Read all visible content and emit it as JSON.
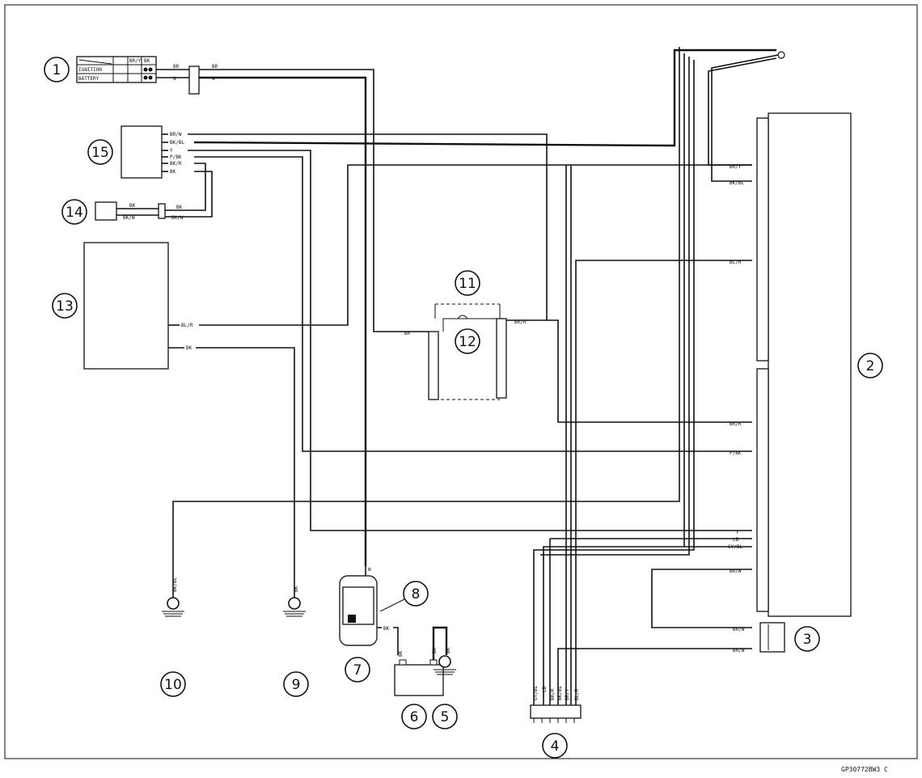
{
  "diagram": {
    "callouts": [
      "1",
      "2",
      "3",
      "4",
      "5",
      "6",
      "7",
      "8",
      "9",
      "10",
      "11",
      "12",
      "13",
      "14",
      "15"
    ],
    "switch_table": {
      "rows": [
        "IGNITION",
        "BATTERY"
      ],
      "headers": [
        "BR/Y",
        "BK"
      ]
    },
    "wire_labels": {
      "w1": "BR",
      "w2": "W",
      "w3": "BR",
      "w4": "W",
      "c15_1": "BR/W",
      "c15_2": "BK/BL",
      "c15_3": "Y",
      "c15_4": "P/BK",
      "c15_5": "BK/R",
      "c15_6": "BK",
      "c14_1": "BK",
      "c14_2": "BK/W",
      "c14_3": "BK",
      "c14_4": "BK/W",
      "c13_1": "BL/R",
      "c13_2": "BK",
      "c11_l": "BR",
      "c11_r": "BR/R",
      "m1": "BR/Y",
      "m2": "BK/BL",
      "m3": "BL/R",
      "m4": "BR/R",
      "m5": "P/BK",
      "m6": "Y",
      "m7": "LB",
      "m8": "GY/BL",
      "m9": "BR/W",
      "c3_1": "BR/W",
      "c3_2": "BR/W",
      "g10": "BK/BL",
      "g9": "BK",
      "c7_top": "W",
      "c7_a": "BK",
      "c6_a": "BK",
      "c6_b": "BK",
      "c5": "BK",
      "c4_1": "GY/BL",
      "c4_2": "LB",
      "c4_3": "BR/R",
      "c4_4": "BK/BL",
      "c4_5": "BR/Y",
      "c4_6": "BL/R"
    },
    "code": "GP30772BW3 C"
  }
}
